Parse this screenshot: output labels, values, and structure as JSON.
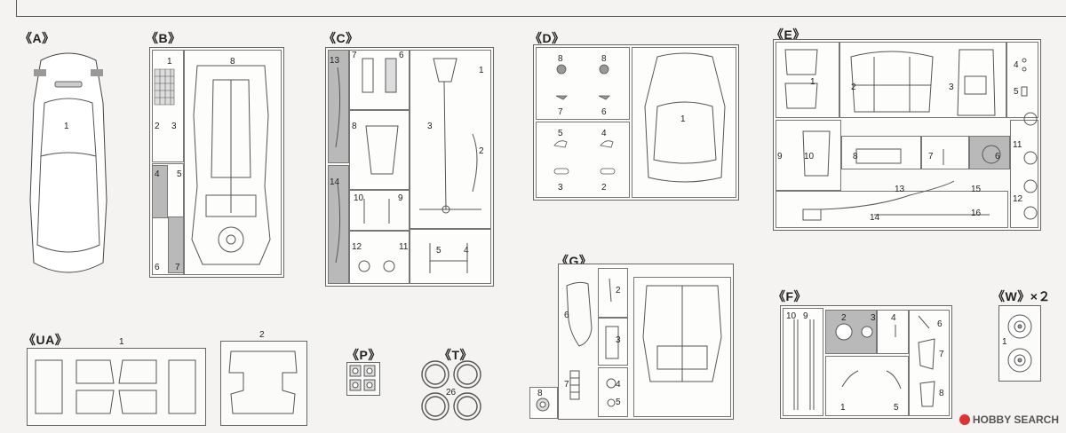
{
  "groups": {
    "A": {
      "label": "《A》",
      "nums": [
        "1"
      ]
    },
    "B": {
      "label": "《B》",
      "nums": [
        "1",
        "8",
        "2",
        "3",
        "4",
        "5",
        "6",
        "7"
      ]
    },
    "C": {
      "label": "《C》",
      "nums": [
        "13",
        "7",
        "6",
        "1",
        "8",
        "3",
        "2",
        "14",
        "10",
        "9",
        "12",
        "11",
        "5",
        "4"
      ]
    },
    "D": {
      "label": "《D》",
      "nums": [
        "8",
        "8",
        "7",
        "6",
        "5",
        "4",
        "3",
        "2",
        "1"
      ]
    },
    "E": {
      "label": "《E》",
      "nums": [
        "1",
        "2",
        "3",
        "4",
        "5",
        "9",
        "10",
        "8",
        "7",
        "6",
        "11",
        "13",
        "15",
        "14",
        "16",
        "12"
      ]
    },
    "UA": {
      "label": "《UA》",
      "nums": [
        "1",
        "2"
      ]
    },
    "P": {
      "label": "《P》"
    },
    "T": {
      "label": "《T》",
      "nums": [
        "26"
      ]
    },
    "G": {
      "label": "《G》",
      "nums": [
        "2",
        "6",
        "3",
        "7",
        "4",
        "5",
        "8"
      ]
    },
    "F": {
      "label": "《F》",
      "nums": [
        "10",
        "9",
        "2",
        "3",
        "4",
        "6",
        "7",
        "1",
        "5",
        "8"
      ]
    },
    "W": {
      "label": "《W》×２",
      "nums": [
        "1"
      ]
    }
  },
  "watermark": {
    "text": "HOBBY SEARCH",
    "icon": "hobby-search-logo-icon"
  }
}
